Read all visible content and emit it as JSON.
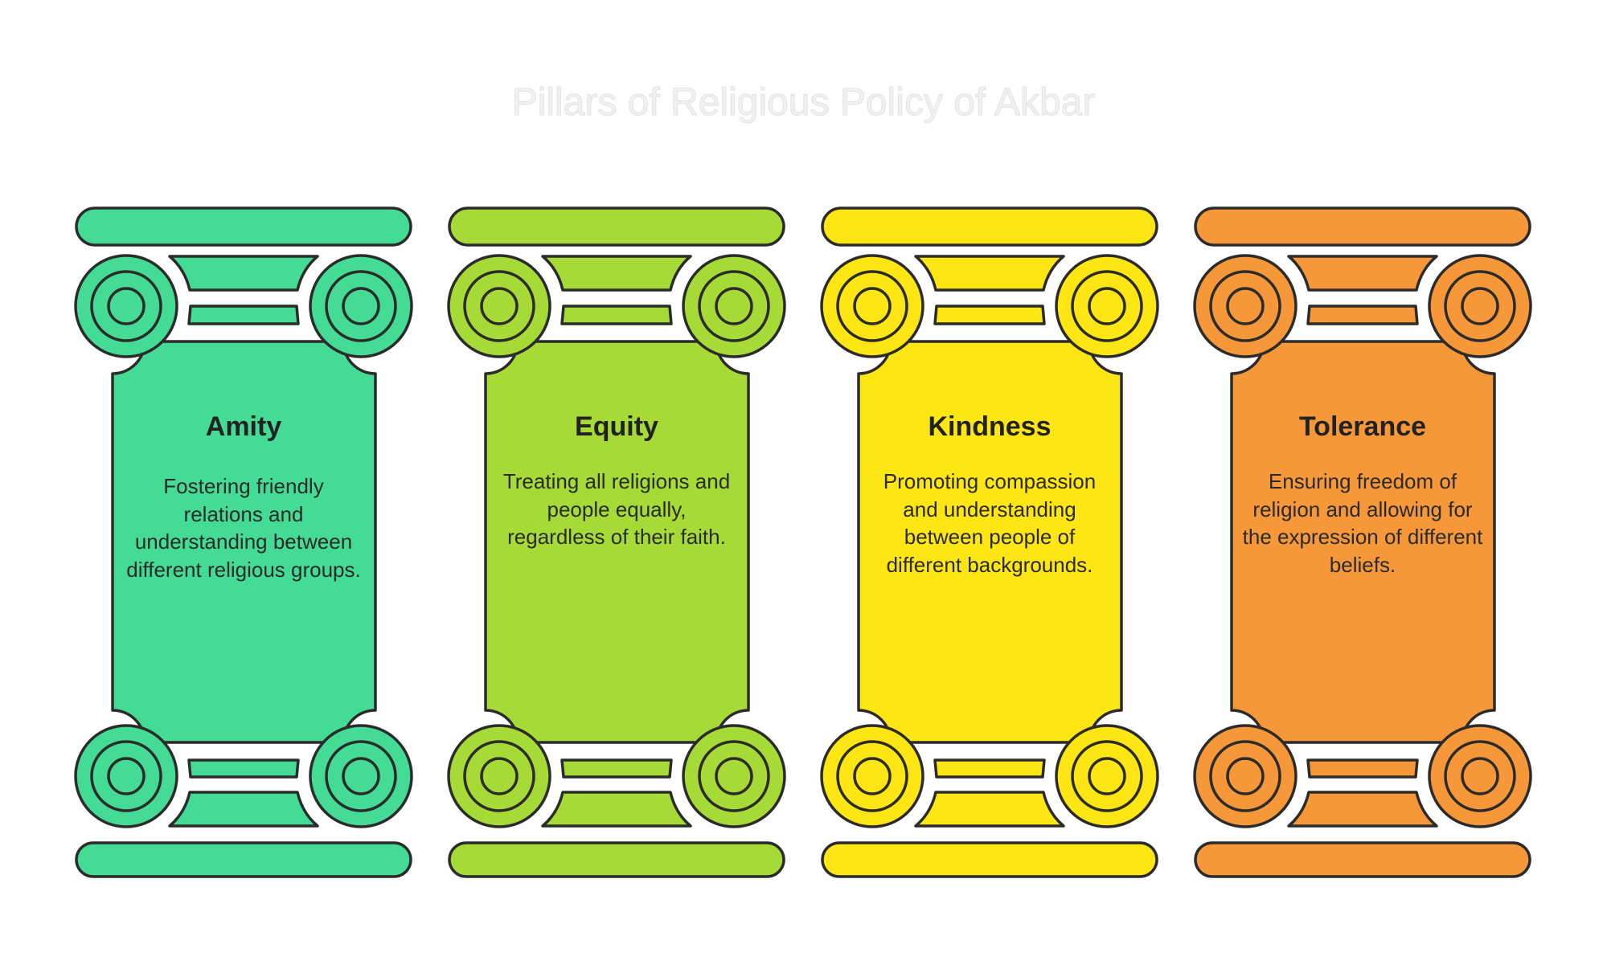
{
  "title": "Pillars of Religious Policy of Akbar",
  "stroke_color": "#2b2b2b",
  "pillars": [
    {
      "heading": "Amity",
      "description": "Fostering friendly relations and understanding between different religious groups.",
      "color": "#44DB94"
    },
    {
      "heading": "Equity",
      "description": "Treating all religions and people equally, regardless of their faith.",
      "color": "#A6DB37"
    },
    {
      "heading": "Kindness",
      "description": "Promoting compassion and understanding between people of different backgrounds.",
      "color": "#FDE614"
    },
    {
      "heading": "Tolerance",
      "description": "Ensuring freedom of religion and allowing for the expression of different beliefs.",
      "color": "#F6983A"
    }
  ]
}
